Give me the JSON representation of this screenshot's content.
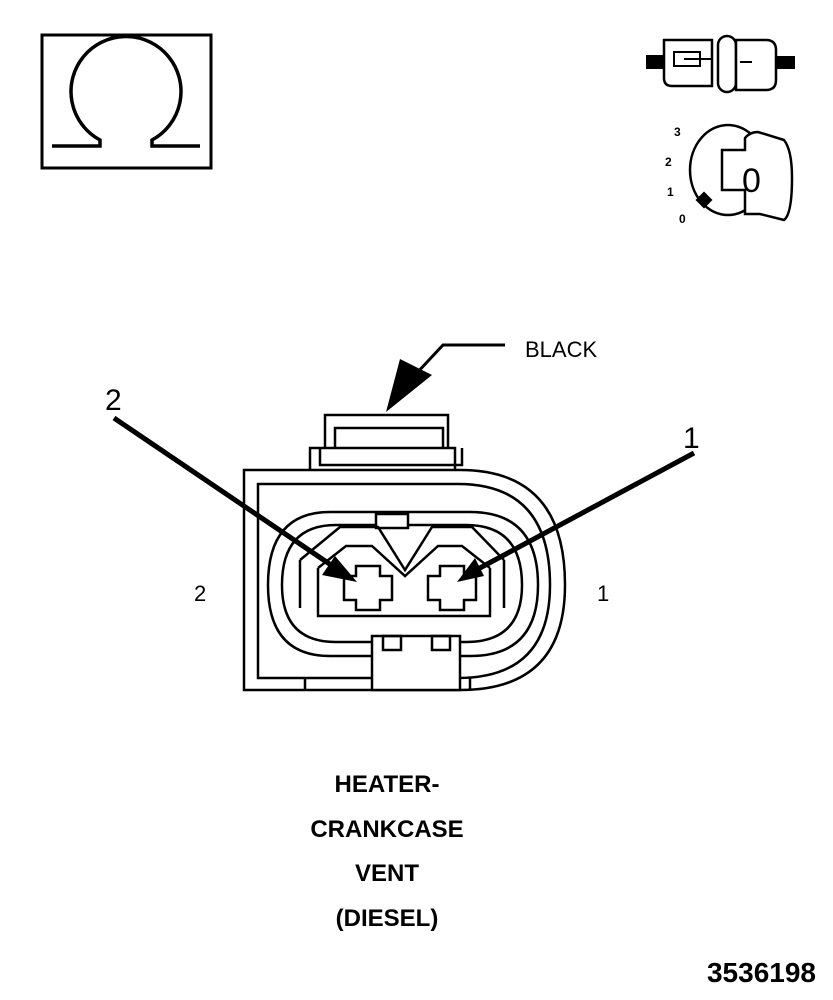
{
  "icons": {
    "ohmmeter": "omega-icon",
    "connector_disconnected": "connector-disconnected-icon",
    "ignition_key": "ignition-key-icon"
  },
  "ignition": {
    "positions": [
      "3",
      "2",
      "1",
      "0"
    ],
    "key_position": "0"
  },
  "connector": {
    "color_label": "BLACK",
    "callout_left": "2",
    "callout_right": "1",
    "cavity_left": "2",
    "cavity_right": "1"
  },
  "caption": {
    "line1": "HEATER-",
    "line2": "CRANKCASE",
    "line3": "VENT",
    "line4": "(DIESEL)"
  },
  "figure_number": "3536198"
}
